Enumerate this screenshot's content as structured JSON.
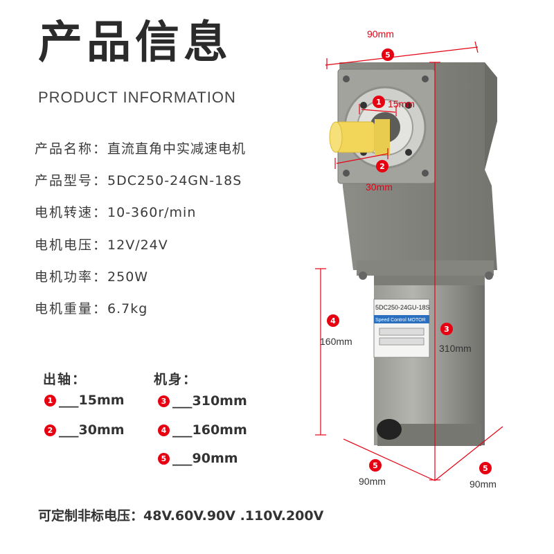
{
  "title": "产品信息",
  "subtitle": "PRODUCT INFORMATION",
  "specs": [
    {
      "label": "产品名称：",
      "value": "直流直角中实减速电机"
    },
    {
      "label": "产品型号：",
      "value": "5DC250-24GN-18S"
    },
    {
      "label": "电机转速：",
      "value": "10-360r/min"
    },
    {
      "label": "电机电压：",
      "value": "12V/24V"
    },
    {
      "label": "电机功率：",
      "value": "250W"
    },
    {
      "label": "电机重量：",
      "value": "6.7kg"
    }
  ],
  "shaft": {
    "heading": "出轴：",
    "items": [
      {
        "num": "1",
        "text": "___15mm"
      },
      {
        "num": "2",
        "text": "___30mm"
      }
    ]
  },
  "body_dims": {
    "heading": "机身：",
    "items": [
      {
        "num": "3",
        "text": "___310mm"
      },
      {
        "num": "4",
        "text": "___160mm"
      },
      {
        "num": "5",
        "text": "___90mm"
      }
    ]
  },
  "footer": "可定制非标电压：48V.60V.90V .110V.200V",
  "diagram": {
    "top": {
      "num": "5",
      "label": "90mm"
    },
    "shaft_dia": {
      "num": "1",
      "label": "15mm"
    },
    "shaft_len": {
      "num": "2",
      "label": "30mm"
    },
    "height": {
      "num": "3",
      "label": "310mm"
    },
    "body": {
      "num": "4",
      "label": "160mm"
    },
    "bottom_left": {
      "num": "5",
      "label": "90mm"
    },
    "bottom_right": {
      "num": "5",
      "label": "90mm"
    },
    "nameplate_model": "5DC250-24GU-18S",
    "nameplate_brand": "Speed Control MOTOR"
  },
  "colors": {
    "accent": "#e60012",
    "motor": "#8a8a85",
    "shaft": "#f2d65a"
  }
}
